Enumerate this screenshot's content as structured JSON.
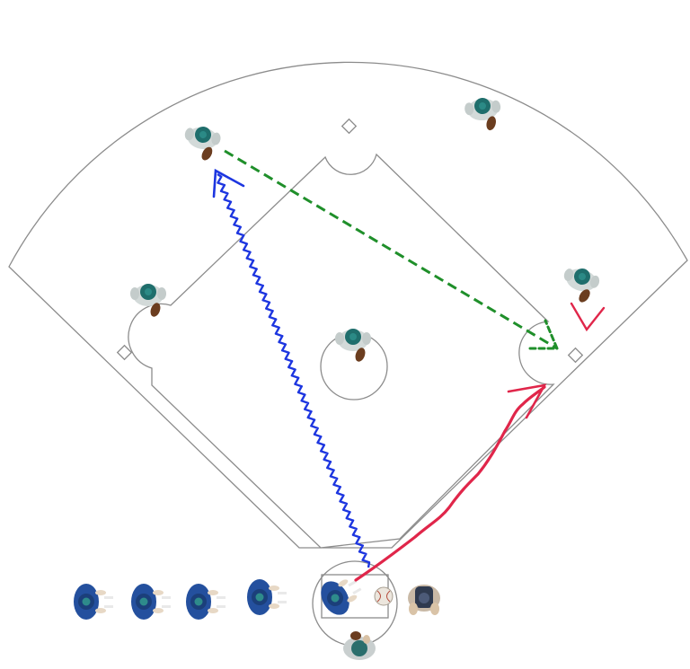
{
  "diagram": {
    "colors": {
      "field_line": "#8c8c8c",
      "background": "#ffffff",
      "player_cap_fielder": "#1e6f6f",
      "player_jersey_fielder": "#cfd6d6",
      "player_jersey_batter": "#1f4f9c",
      "glove": "#6b3d1f",
      "catcher_gear": "#3a4a66",
      "arrow_hit": "#e0264a",
      "arrow_throw_relay": "#1f8f2a",
      "arrow_runner": "#1d36e0"
    },
    "players": [
      {
        "id": "left-fielder",
        "icon": "fielder-icon"
      },
      {
        "id": "center-fielder",
        "icon": "fielder-icon"
      },
      {
        "id": "third-baseman",
        "icon": "fielder-icon"
      },
      {
        "id": "pitcher",
        "icon": "fielder-icon"
      },
      {
        "id": "first-baseman",
        "icon": "fielder-icon"
      },
      {
        "id": "batter",
        "icon": "batter-icon"
      },
      {
        "id": "catcher",
        "icon": "catcher-icon"
      },
      {
        "id": "umpire",
        "icon": "umpire-icon"
      }
    ],
    "dugout_players": [
      {
        "id": "on-deck-1",
        "icon": "batter-icon"
      },
      {
        "id": "on-deck-2",
        "icon": "batter-icon"
      },
      {
        "id": "on-deck-3",
        "icon": "batter-icon"
      },
      {
        "id": "on-deck-4",
        "icon": "batter-icon"
      }
    ],
    "arrows": [
      {
        "id": "hit-path",
        "style": "freehand",
        "color_key": "arrow_hit"
      },
      {
        "id": "throw-path",
        "style": "dashed",
        "color_key": "arrow_throw_relay"
      },
      {
        "id": "run-path",
        "style": "zigzag",
        "color_key": "arrow_runner"
      }
    ],
    "ball": {
      "icon": "baseball-icon"
    }
  }
}
